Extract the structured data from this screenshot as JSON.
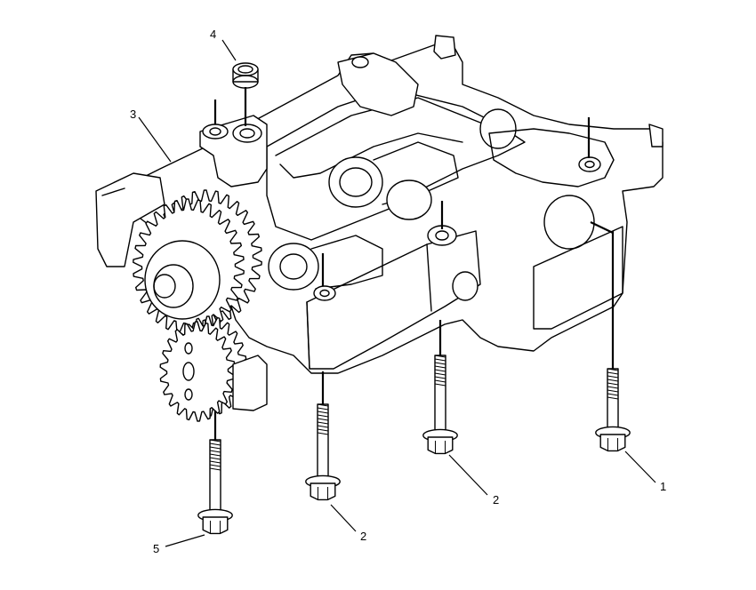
{
  "callouts": [
    {
      "id": "c4",
      "label": "4"
    },
    {
      "id": "c3",
      "label": "3"
    },
    {
      "id": "c5",
      "label": "5"
    },
    {
      "id": "c2a",
      "label": "2"
    },
    {
      "id": "c2b",
      "label": "2"
    },
    {
      "id": "c1",
      "label": "1"
    }
  ]
}
